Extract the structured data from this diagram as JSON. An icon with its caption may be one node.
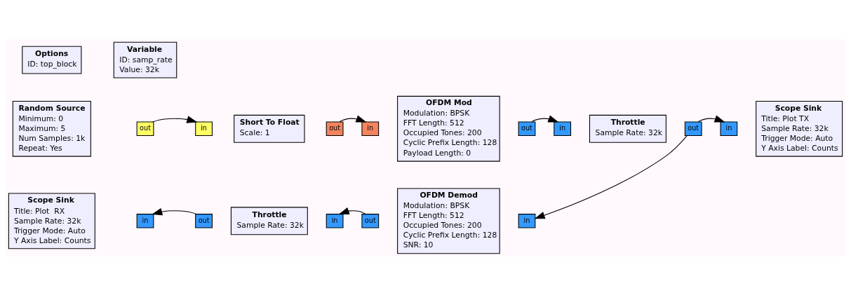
{
  "diagram": {
    "nodes": [
      {
        "text": [
          "Options",
          "ID: top_block"
        ]
      },
      {
        "text": [
          "Variable",
          "ID: samp_rate",
          "Value: 32k"
        ]
      },
      {
        "text": [
          "Random Source",
          "Minimum: 0",
          "Maximum: 5",
          "Num Samples: 1k",
          "Repeat: Yes"
        ]
      },
      {
        "text": [
          "out"
        ]
      },
      {
        "text": [
          "in"
        ]
      },
      {
        "text": [
          "Short To Float",
          "Scale: 1"
        ]
      },
      {
        "text": [
          "out"
        ]
      },
      {
        "text": [
          "in"
        ]
      },
      {
        "text": [
          "OFDM Mod",
          "Modulation: BPSK",
          "FFT Length: 512",
          "Occupied Tones: 200",
          "Cyclic Prefix Length: 128",
          "Payload Length: 0"
        ]
      },
      {
        "text": [
          "out"
        ]
      },
      {
        "text": [
          "in"
        ]
      },
      {
        "text": [
          "Throttle",
          "Sample Rate: 32k"
        ]
      },
      {
        "text": [
          "out"
        ]
      },
      {
        "text": [
          "in"
        ]
      },
      {
        "text": [
          "Scope Sink",
          "Title: Plot TX",
          "Sample Rate: 32k",
          "Trigger Mode: Auto",
          "Y Axis Label: Counts"
        ]
      },
      {
        "text": [
          "Scope Sink",
          "Title: Plot  RX",
          "Sample Rate: 32k",
          "Trigger Mode: Auto",
          "Y Axis Label: Counts"
        ]
      },
      {
        "text": [
          "in"
        ]
      },
      {
        "text": [
          "out"
        ]
      },
      {
        "text": [
          "Throttle",
          "Sample Rate: 32k"
        ]
      },
      {
        "text": [
          "in"
        ]
      },
      {
        "text": [
          "out"
        ]
      },
      {
        "text": [
          "OFDM Demod",
          "Modulation: BPSK",
          "FFT Length: 512",
          "Occupied Tones: 200",
          "Cyclic Prefix Length: 128",
          "SNR: 10"
        ]
      },
      {
        "text": [
          "in"
        ]
      }
    ],
    "edges": [
      {
        "from": 3,
        "to": 4,
        "arrow": "to"
      },
      {
        "from": 6,
        "to": 7,
        "arrow": "to"
      },
      {
        "from": 9,
        "to": 10,
        "arrow": "to"
      },
      {
        "from": 12,
        "to": 13,
        "arrow": "to"
      },
      {
        "from": 12,
        "to": 22,
        "arrow": "to"
      },
      {
        "from": 20,
        "to": 19,
        "arrow": "to"
      },
      {
        "from": 17,
        "to": 16,
        "arrow": "to"
      }
    ]
  }
}
